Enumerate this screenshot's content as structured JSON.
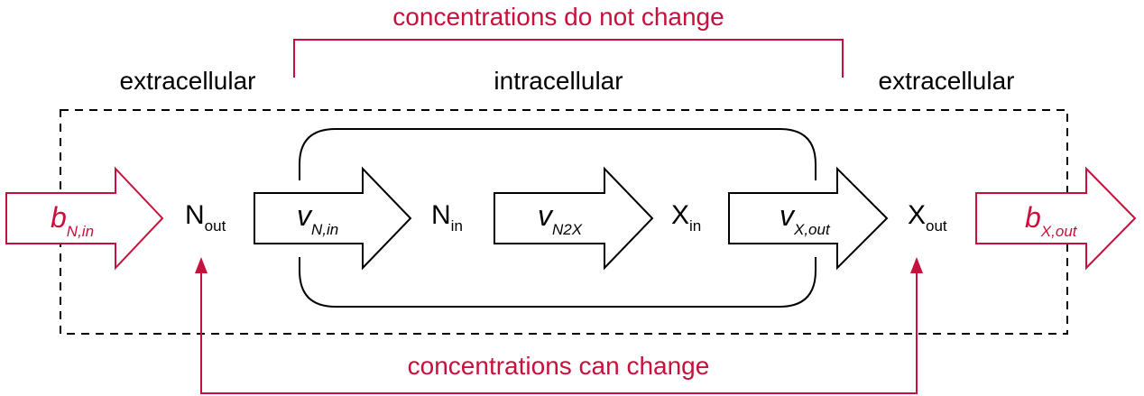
{
  "colors": {
    "accent": "#c8103c",
    "ink": "#000000",
    "background": "#ffffff"
  },
  "annotations": {
    "top": "concentrations do not change",
    "bottom": "concentrations can change"
  },
  "regions": {
    "left": "extracellular",
    "center": "intracellular",
    "right": "extracellular"
  },
  "nodes": {
    "n_out": {
      "base": "N",
      "sub": "out"
    },
    "n_in": {
      "base": "N",
      "sub": "in"
    },
    "x_in": {
      "base": "X",
      "sub": "in"
    },
    "x_out": {
      "base": "X",
      "sub": "out"
    }
  },
  "fluxes": {
    "b_n_in": {
      "base": "b",
      "sub": "N,in"
    },
    "v_n_in": {
      "base": "v",
      "sub": "N,in"
    },
    "v_n2x": {
      "base": "v",
      "sub": "N2X"
    },
    "v_x_out": {
      "base": "v",
      "sub": "X,out"
    },
    "b_x_out": {
      "base": "b",
      "sub": "X,out"
    }
  }
}
